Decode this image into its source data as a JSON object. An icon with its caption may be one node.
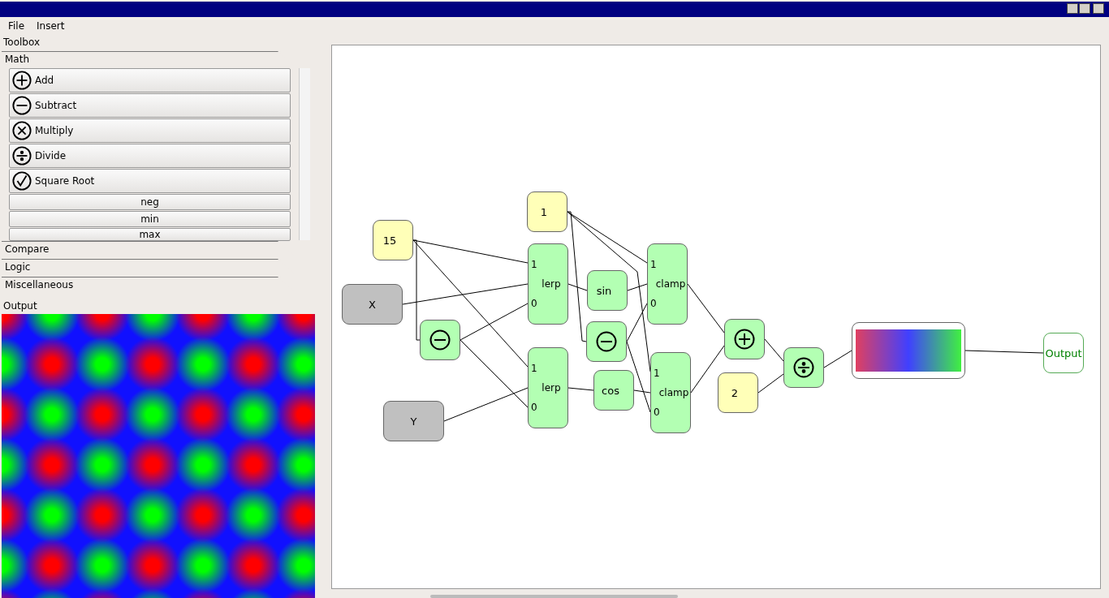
{
  "diagram": {
    "nodes": [
      {
        "text": [
          "15"
        ]
      },
      {
        "text": [
          "X"
        ]
      },
      {
        "text": [],
        "shape": "box"
      },
      {
        "text": [
          "Y"
        ]
      },
      {
        "text": [
          "1"
        ]
      },
      {
        "text": [
          "1",
          "lerp",
          "0"
        ]
      },
      {
        "text": [
          "1",
          "lerp",
          "0"
        ]
      },
      {
        "text": [
          "sin"
        ]
      },
      {
        "text": [],
        "shape": "box"
      },
      {
        "text": [
          "cos"
        ]
      },
      {
        "text": [
          "1",
          "clamp",
          "0"
        ]
      },
      {
        "text": [
          "1",
          "clamp",
          "0"
        ]
      },
      {
        "text": [],
        "shape": "box"
      },
      {
        "text": [
          "2"
        ]
      },
      {
        "text": [],
        "shape": "box"
      },
      {
        "text": [],
        "shape": "box"
      },
      {
        "text": [
          "Output"
        ]
      },
      {
        "text": [],
        "shape": "box",
        "beside": [
          "Output"
        ]
      }
    ],
    "edges": [
      {
        "from": 0,
        "to": 5,
        "arrow": "none"
      },
      {
        "from": 0,
        "to": 2,
        "arrow": "none"
      },
      {
        "from": 0,
        "to": 6,
        "arrow": "none"
      },
      {
        "from": 1,
        "to": 5,
        "arrow": "none"
      },
      {
        "from": 2,
        "to": 5,
        "arrow": "none"
      },
      {
        "from": 2,
        "to": 6,
        "arrow": "none"
      },
      {
        "from": 3,
        "to": 6,
        "arrow": "none"
      },
      {
        "from": 4,
        "to": 10,
        "arrow": "none"
      },
      {
        "from": 4,
        "to": 11,
        "arrow": "none"
      },
      {
        "from": 4,
        "to": 8,
        "arrow": "none"
      },
      {
        "from": 5,
        "to": 7,
        "arrow": "none"
      },
      {
        "from": 7,
        "to": 10,
        "arrow": "none"
      },
      {
        "from": 8,
        "to": 10,
        "arrow": "none"
      },
      {
        "from": 8,
        "to": 11,
        "arrow": "none"
      },
      {
        "from": 6,
        "to": 9,
        "arrow": "none"
      },
      {
        "from": 9,
        "to": 11,
        "arrow": "none"
      },
      {
        "from": 10,
        "to": 12,
        "arrow": "none"
      },
      {
        "from": 11,
        "to": 12,
        "arrow": "none"
      },
      {
        "from": 12,
        "to": 14,
        "arrow": "none"
      },
      {
        "from": 13,
        "to": 14,
        "arrow": "none"
      },
      {
        "from": 14,
        "to": 15,
        "arrow": "none"
      },
      {
        "from": 15,
        "to": 16,
        "arrow": "none"
      }
    ],
    "labels": [
      "File",
      "Insert",
      "Toolbox",
      "Math",
      "Add",
      "Subtract",
      "Multiply",
      "Divide",
      "Square Root",
      "neg",
      "min",
      "max",
      "Compare",
      "Logic",
      "Miscellaneous"
    ]
  }
}
